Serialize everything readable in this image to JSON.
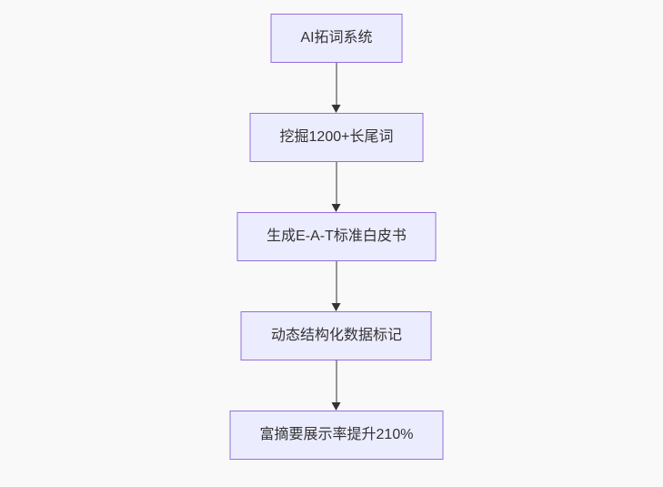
{
  "diagram": {
    "type": "flowchart-top-down",
    "nodes": [
      {
        "id": "node-1",
        "label": "AI拓词系统"
      },
      {
        "id": "node-2",
        "label": "挖掘1200+长尾词"
      },
      {
        "id": "node-3",
        "label": "生成E-A-T标准白皮书"
      },
      {
        "id": "node-4",
        "label": "动态结构化数据标记"
      },
      {
        "id": "node-5",
        "label": "富摘要展示率提升210%"
      }
    ],
    "edges": [
      {
        "from": "node-1",
        "to": "node-2",
        "style": "arrow-down"
      },
      {
        "from": "node-2",
        "to": "node-3",
        "style": "arrow-down"
      },
      {
        "from": "node-3",
        "to": "node-4",
        "style": "arrow-down"
      },
      {
        "from": "node-4",
        "to": "node-5",
        "style": "arrow-down"
      }
    ],
    "colors": {
      "background": "#f9f9f9",
      "node_fill": "#ececff",
      "node_border": "#9370db",
      "text": "#333333",
      "arrow": "#333333"
    }
  }
}
